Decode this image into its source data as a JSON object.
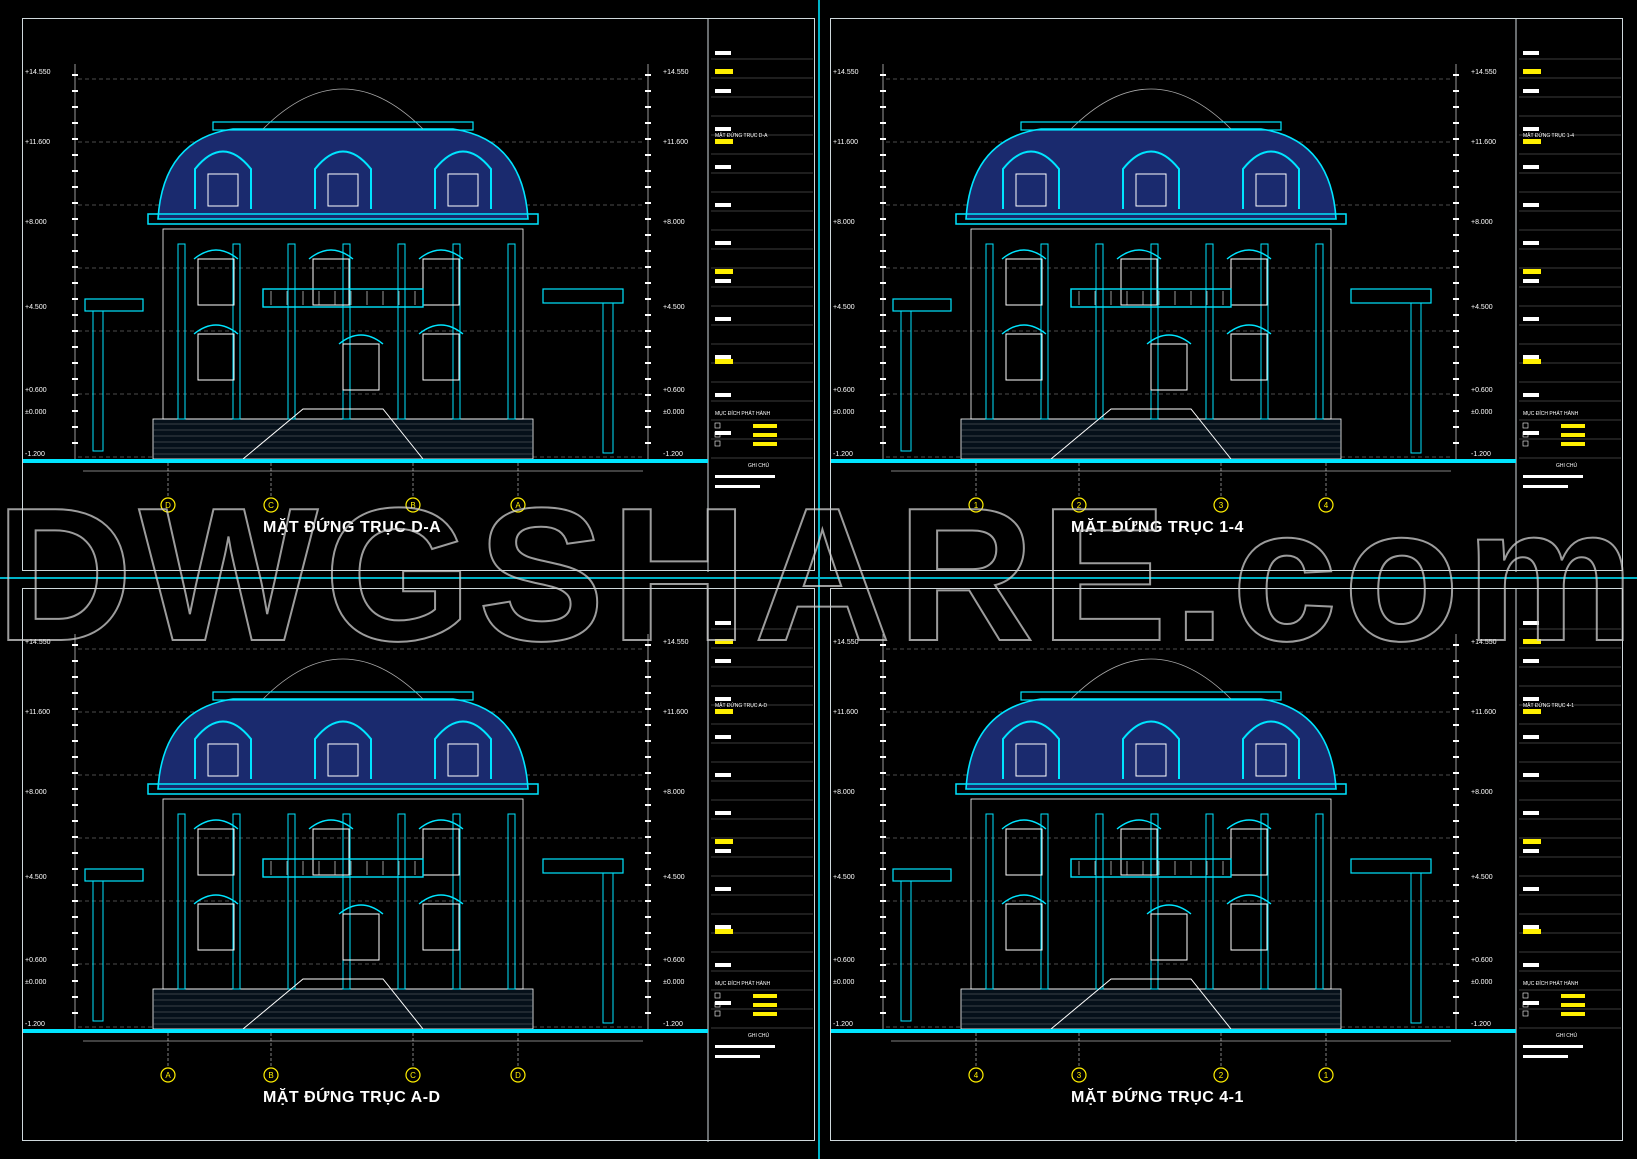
{
  "sheets": [
    {
      "title": "MẶT ĐỨNG TRỤC D-A",
      "axes": [
        "D",
        "C",
        "B",
        "A"
      ],
      "levels_left": [
        "+14.550",
        "+11.600",
        "+8.000",
        "+4.500",
        "+0.600",
        "±0.000",
        "-1.200"
      ],
      "levels_right": [
        "+14.550",
        "+11.600",
        "+8.000",
        "+4.500",
        "+0.600",
        "±0.000",
        "-1.200"
      ],
      "stamp_label": "MẶT ĐỨNG TRỤC D-A",
      "purpose_label": "MỤC ĐÍCH PHÁT HÀNH",
      "notes_label": "GHI CHÚ"
    },
    {
      "title": "MẶT ĐỨNG TRỤC 1-4",
      "axes": [
        "1",
        "2",
        "3",
        "4"
      ],
      "levels_left": [
        "+14.550",
        "+11.600",
        "+8.000",
        "+4.500",
        "+0.600",
        "±0.000",
        "-1.200"
      ],
      "levels_right": [
        "+14.550",
        "+11.600",
        "+8.000",
        "+4.500",
        "+0.600",
        "±0.000",
        "-1.200"
      ],
      "stamp_label": "MẶT ĐỨNG TRỤC 1-4",
      "purpose_label": "MỤC ĐÍCH PHÁT HÀNH",
      "notes_label": "GHI CHÚ"
    },
    {
      "title": "MẶT ĐỨNG TRỤC A-D",
      "axes": [
        "A",
        "B",
        "C",
        "D"
      ],
      "levels_left": [
        "+14.550",
        "+11.600",
        "+8.000",
        "+4.500",
        "+0.600",
        "±0.000",
        "-1.200"
      ],
      "levels_right": [
        "+14.550",
        "+11.600",
        "+8.000",
        "+4.500",
        "+0.600",
        "±0.000",
        "-1.200"
      ],
      "stamp_label": "MẶT ĐỨNG TRỤC A-D",
      "purpose_label": "MỤC ĐÍCH PHÁT HÀNH",
      "notes_label": "GHI CHÚ"
    },
    {
      "title": "MẶT ĐỨNG TRỤC 4-1",
      "axes": [
        "4",
        "3",
        "2",
        "1"
      ],
      "levels_left": [
        "+14.550",
        "+11.600",
        "+8.000",
        "+4.500",
        "+0.600",
        "±0.000",
        "-1.200"
      ],
      "levels_right": [
        "+14.550",
        "+11.600",
        "+8.000",
        "+4.500",
        "+0.600",
        "±0.000",
        "-1.200"
      ],
      "stamp_label": "MẶT ĐỨNG TRỤC 4-1",
      "purpose_label": "MỤC ĐÍCH PHÁT HÀNH",
      "notes_label": "GHI CHÚ"
    }
  ],
  "watermark": "DWGSHARE.com",
  "colors": {
    "cyan": "#00e5ff",
    "line": "#ffffff",
    "roof": "#1a2a6e",
    "yellow": "#ffef00",
    "border": "#cfd8dc"
  }
}
